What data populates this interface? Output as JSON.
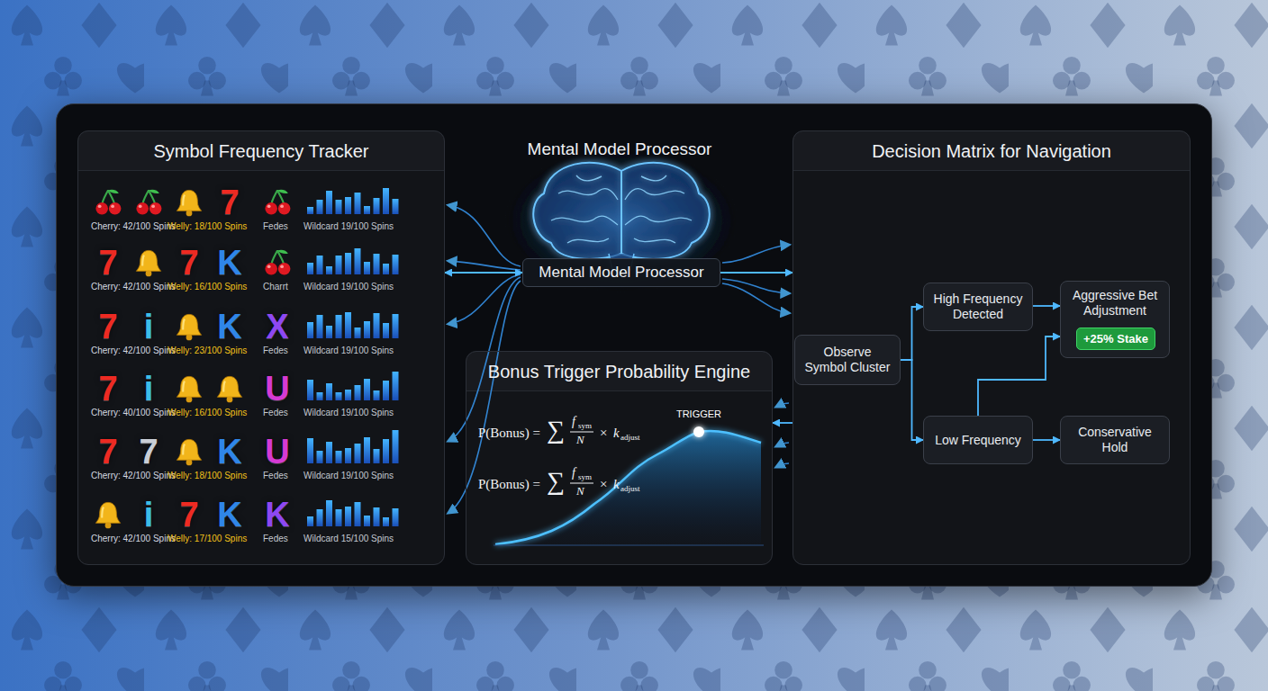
{
  "diagram": {
    "nodes": [
      {
        "text": [
          "Symbol Frequency Tracker"
        ]
      },
      {
        "text": [
          "Mental Model Processor"
        ]
      },
      {
        "text": [
          "Bonus Trigger Probability Engine"
        ]
      },
      {
        "text": [
          "Decision Matrix for Navigation"
        ]
      },
      {
        "text": [
          "Observe Symbol Cluster"
        ],
        "in": 3
      },
      {
        "text": [
          "High Frequency Detected"
        ],
        "in": 3
      },
      {
        "text": [
          "Low Frequency"
        ],
        "in": 3
      },
      {
        "text": [
          "Aggressive Bet Adjustment"
        ],
        "in": 3
      },
      {
        "text": [
          "+25% Stake"
        ],
        "in": 7
      },
      {
        "text": [
          "Conservative Hold"
        ],
        "in": 3
      }
    ],
    "edges": [
      {
        "from": 0,
        "to": 1,
        "arrow": "both"
      },
      {
        "from": 1,
        "to": 3,
        "arrow": "to"
      },
      {
        "from": 3,
        "to": 2,
        "arrow": "to"
      },
      {
        "from": 4,
        "to": 5,
        "arrow": "to"
      },
      {
        "from": 4,
        "to": 6,
        "arrow": "to"
      },
      {
        "from": 5,
        "to": 7,
        "arrow": "to"
      },
      {
        "from": 6,
        "to": 7,
        "arrow": "to"
      },
      {
        "from": 6,
        "to": 9,
        "arrow": "to"
      }
    ],
    "labels": [
      "Mental Model Processor",
      "7",
      "Cherry: 42/100 Spins",
      "Welly: 18/100 Spins",
      "Fedes",
      "Wildcard 19/100 Spins",
      "7",
      "7",
      "K",
      "Cherry: 42/100 Spins",
      "Welly: 16/100 Spins",
      "Charrt",
      "Wildcard 19/100 Spins",
      "7",
      "i",
      "K",
      "X",
      "Cherry: 42/100 Spins",
      "Welly: 23/100 Spins",
      "Fedes",
      "Wildcard 19/100 Spins",
      "7",
      "i",
      "U",
      "Cherry: 40/100 Spins",
      "Welly: 16/100 Spins",
      "Fedes",
      "Wildcard 19/100 Spins",
      "7",
      "7",
      "K",
      "U",
      "Cherry: 42/100 Spins",
      "Welly: 18/100 Spins",
      "Fedes",
      "Wildcard 19/100 Spins",
      "i",
      "7",
      "K",
      "K",
      "Cherry: 42/100 Spins",
      "Welly: 17/100 Spins",
      "Fedes",
      "Wildcard 15/100 Spins",
      "P(Bonus) =",
      "∑",
      "f",
      "sym",
      "N",
      "×",
      "k",
      "adjust",
      "P(Bonus) =",
      "∑",
      "f",
      "sym",
      "N",
      "×",
      "k",
      "adjust",
      "TRIGGER"
    ]
  }
}
